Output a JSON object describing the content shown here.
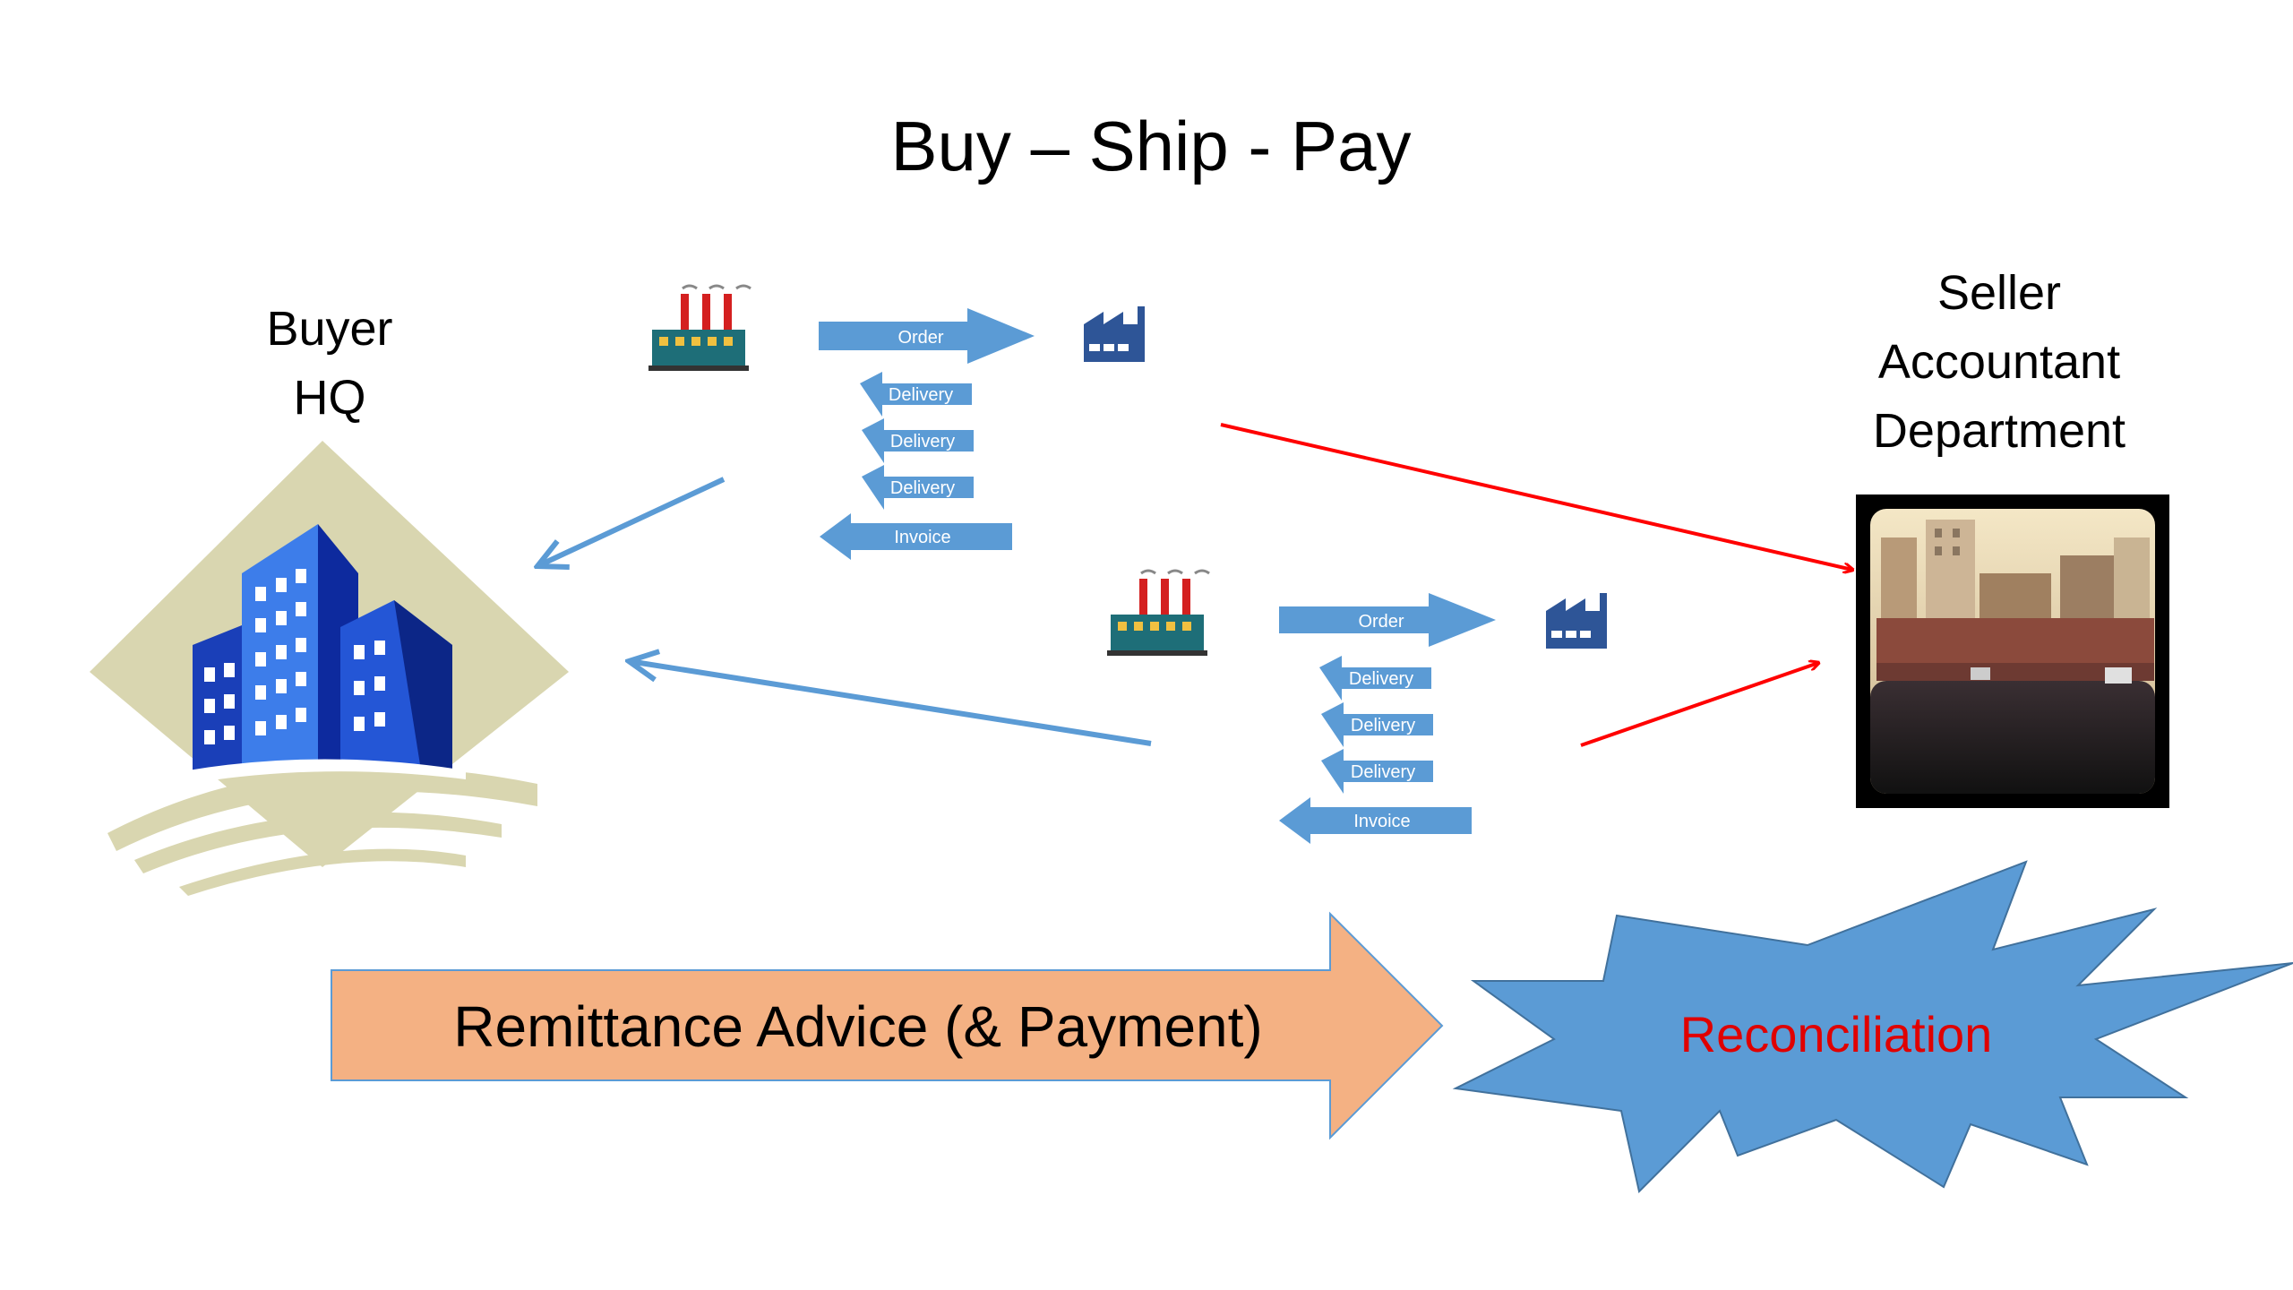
{
  "slide": {
    "title": "Buy – Ship - Pay",
    "buyer_label_line1": "Buyer",
    "buyer_label_line2": "HQ",
    "seller_label_line1": "Seller",
    "seller_label_line2": "Accountant",
    "seller_label_line3": "Department"
  },
  "flows": [
    {
      "order": "Order",
      "deliveries": [
        "Delivery",
        "Delivery",
        "Delivery"
      ],
      "invoice": "Invoice"
    },
    {
      "order": "Order",
      "deliveries": [
        "Delivery",
        "Delivery",
        "Delivery"
      ],
      "invoice": "Invoice"
    }
  ],
  "remittance": {
    "label": "Remittance Advice (& Payment)"
  },
  "reconciliation": {
    "label": "Reconciliation"
  },
  "colors": {
    "flow_blue": "#5b9bd5",
    "connector_red": "#ff0000",
    "remittance_fill": "#f4b183",
    "starburst_fill": "#5b9bd5",
    "reconciliation_text": "#e00000",
    "factory_teal": "#1e6e78",
    "factory_navy": "#2e5597"
  },
  "icons": [
    "building-icon",
    "factory-icon",
    "warehouse-icon",
    "city-photo"
  ]
}
